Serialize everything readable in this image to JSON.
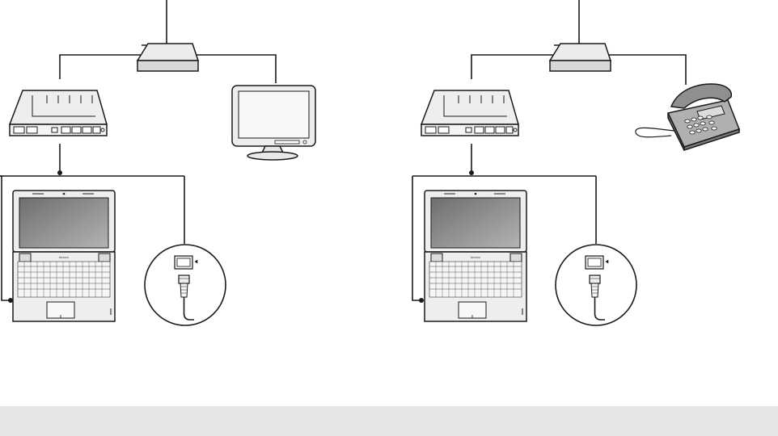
{
  "diagram": {
    "scenarios": [
      {
        "id": "left",
        "devices": [
          "splitter-box",
          "dsl-modem",
          "monitor",
          "laptop",
          "ethernet-port-detail"
        ],
        "laptop_logo": "lenovo"
      },
      {
        "id": "right",
        "devices": [
          "splitter-box",
          "dsl-modem",
          "telephone",
          "laptop",
          "ethernet-port-detail"
        ],
        "laptop_logo": "lenovo"
      }
    ]
  },
  "caption": {
    "text": ""
  },
  "colors": {
    "line": "#1a1a1a",
    "device_fill": "#eeeeee",
    "screen": "#8a8a8a",
    "caption_bg": "#e6e6e6"
  }
}
